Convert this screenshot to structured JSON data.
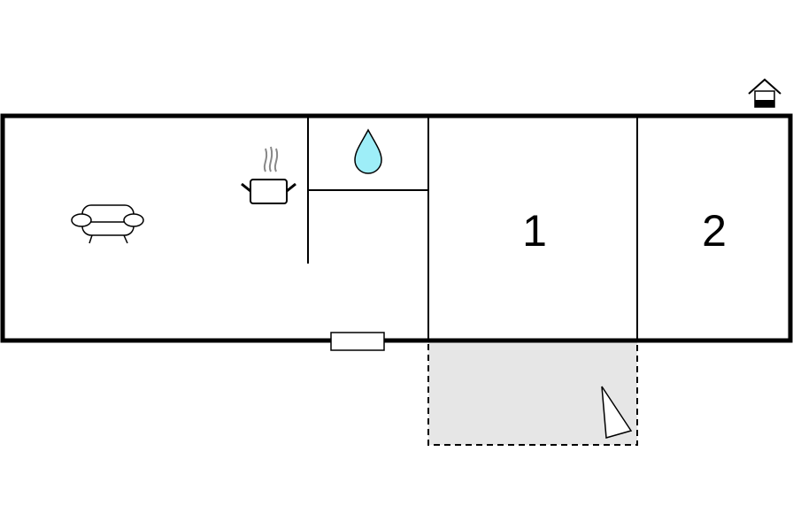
{
  "floorplan": {
    "rooms": [
      {
        "id": "living",
        "label": "",
        "icon": "sofa-icon"
      },
      {
        "id": "kitchen",
        "label": "",
        "icon": "cooking-pot-icon"
      },
      {
        "id": "bathroom",
        "label": "",
        "icon": "water-drop-icon"
      },
      {
        "id": "bedroom-1",
        "label": "1",
        "icon": ""
      },
      {
        "id": "bedroom-2",
        "label": "2",
        "icon": ""
      }
    ],
    "terrace": {
      "fill": "#e6e6e6",
      "border": "dashed"
    },
    "entrance": "door-icon",
    "orientation": "compass-north-icon",
    "floor_indicator": "house-ground-floor-icon",
    "colors": {
      "walls": "#000000",
      "terrace": "#e6e6e6",
      "water": "#9eeef8",
      "steam": "#888888"
    }
  }
}
